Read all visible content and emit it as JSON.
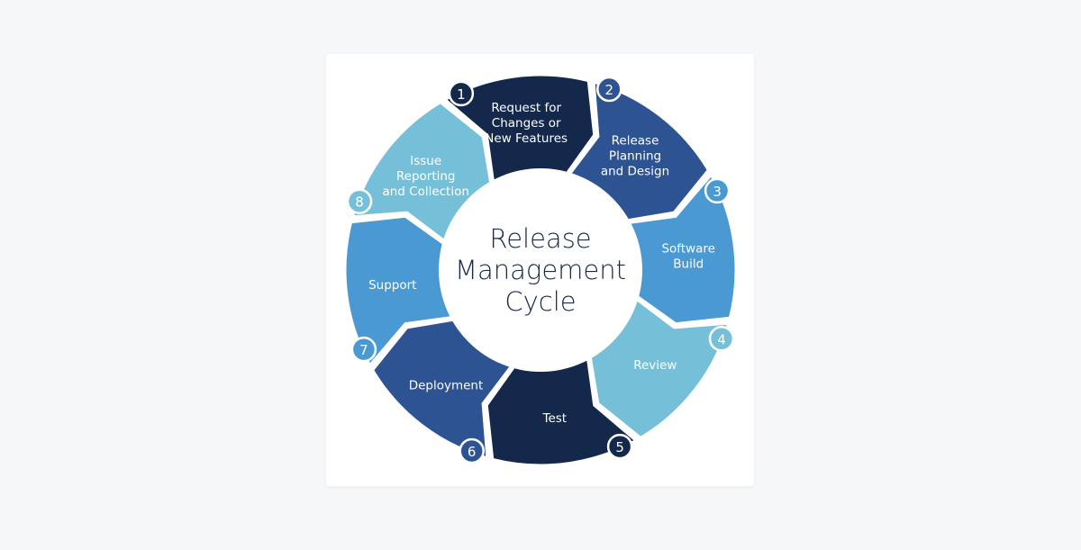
{
  "diagram": {
    "center_title_lines": [
      "Release",
      "Management",
      "Cycle"
    ],
    "steps": [
      {
        "number": "1",
        "label_lines": [
          "Request for",
          "Changes or",
          "New Features"
        ],
        "color": "#14284b"
      },
      {
        "number": "2",
        "label_lines": [
          "Release",
          "Planning",
          "and Design"
        ],
        "color": "#2e5393"
      },
      {
        "number": "3",
        "label_lines": [
          "Software",
          "Build"
        ],
        "color": "#4a99d3"
      },
      {
        "number": "4",
        "label_lines": [
          "Review"
        ],
        "color": "#75c0d8"
      },
      {
        "number": "5",
        "label_lines": [
          "Test"
        ],
        "color": "#14284b"
      },
      {
        "number": "6",
        "label_lines": [
          "Deployment"
        ],
        "color": "#2e5393"
      },
      {
        "number": "7",
        "label_lines": [
          "Support"
        ],
        "color": "#4a99d3"
      },
      {
        "number": "8",
        "label_lines": [
          "Issue",
          "Reporting",
          "and Collection"
        ],
        "color": "#75c0d8"
      }
    ]
  },
  "colors": {
    "page_background": "#f6f7f9",
    "card_background": "#ffffff",
    "center_text": "#1a2a4a"
  }
}
